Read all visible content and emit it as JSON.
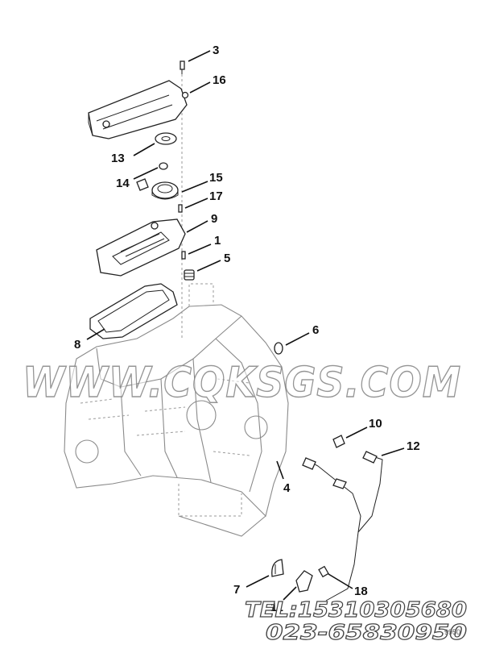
{
  "diagram": {
    "callouts": [
      "3",
      "16",
      "13",
      "14",
      "15",
      "17",
      "9",
      "1",
      "5",
      "8",
      "6",
      "10",
      "12",
      "4",
      "7",
      "11",
      "18"
    ],
    "watermark": "WWW.CQKSGS.COM",
    "contact_tel": "TEL:15310305680",
    "contact_phone": "023-65830950",
    "figure_code": "9950"
  }
}
